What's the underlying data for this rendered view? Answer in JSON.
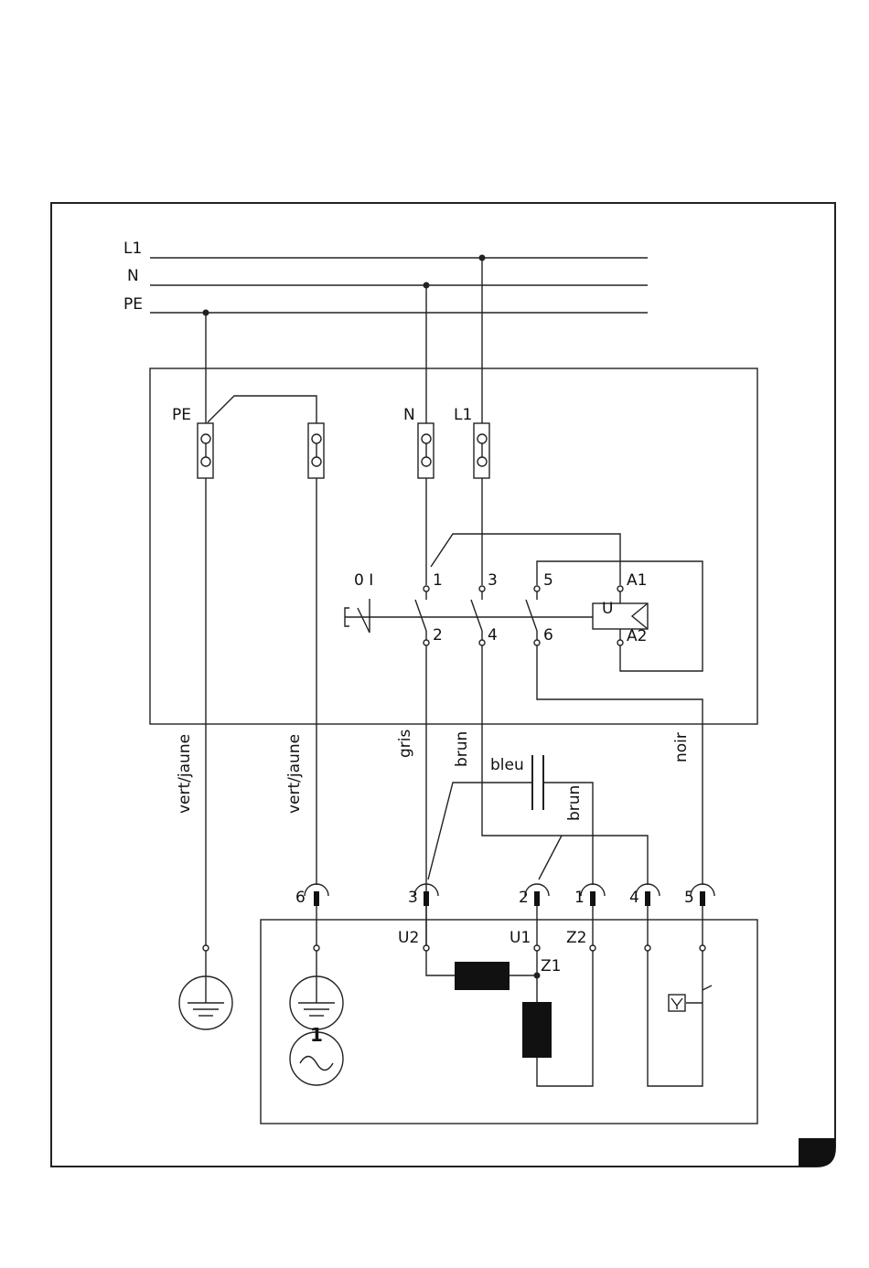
{
  "bus": {
    "l1": "L1",
    "n": "N",
    "pe": "PE"
  },
  "switch": {
    "term_pe": "PE",
    "term_n": "N",
    "term_l1": "L1",
    "on_off": "0 I",
    "c1": "1",
    "c2": "2",
    "c3": "3",
    "c4": "4",
    "c5": "5",
    "c6": "6",
    "coil": "U",
    "a1": "A1",
    "a2": "A2"
  },
  "wires": {
    "w1": "vert/jaune",
    "w2": "vert/jaune",
    "w3": "gris",
    "w4": "brun",
    "w5": "noir",
    "w6": "bleu",
    "w7": "brun"
  },
  "connector": {
    "p6": "6",
    "p3": "3",
    "p2": "2",
    "p1": "1",
    "p4": "4",
    "p5": "5"
  },
  "motor": {
    "u2": "U2",
    "u1": "U1",
    "z2": "Z2",
    "z1": "Z1",
    "m1": "1"
  }
}
